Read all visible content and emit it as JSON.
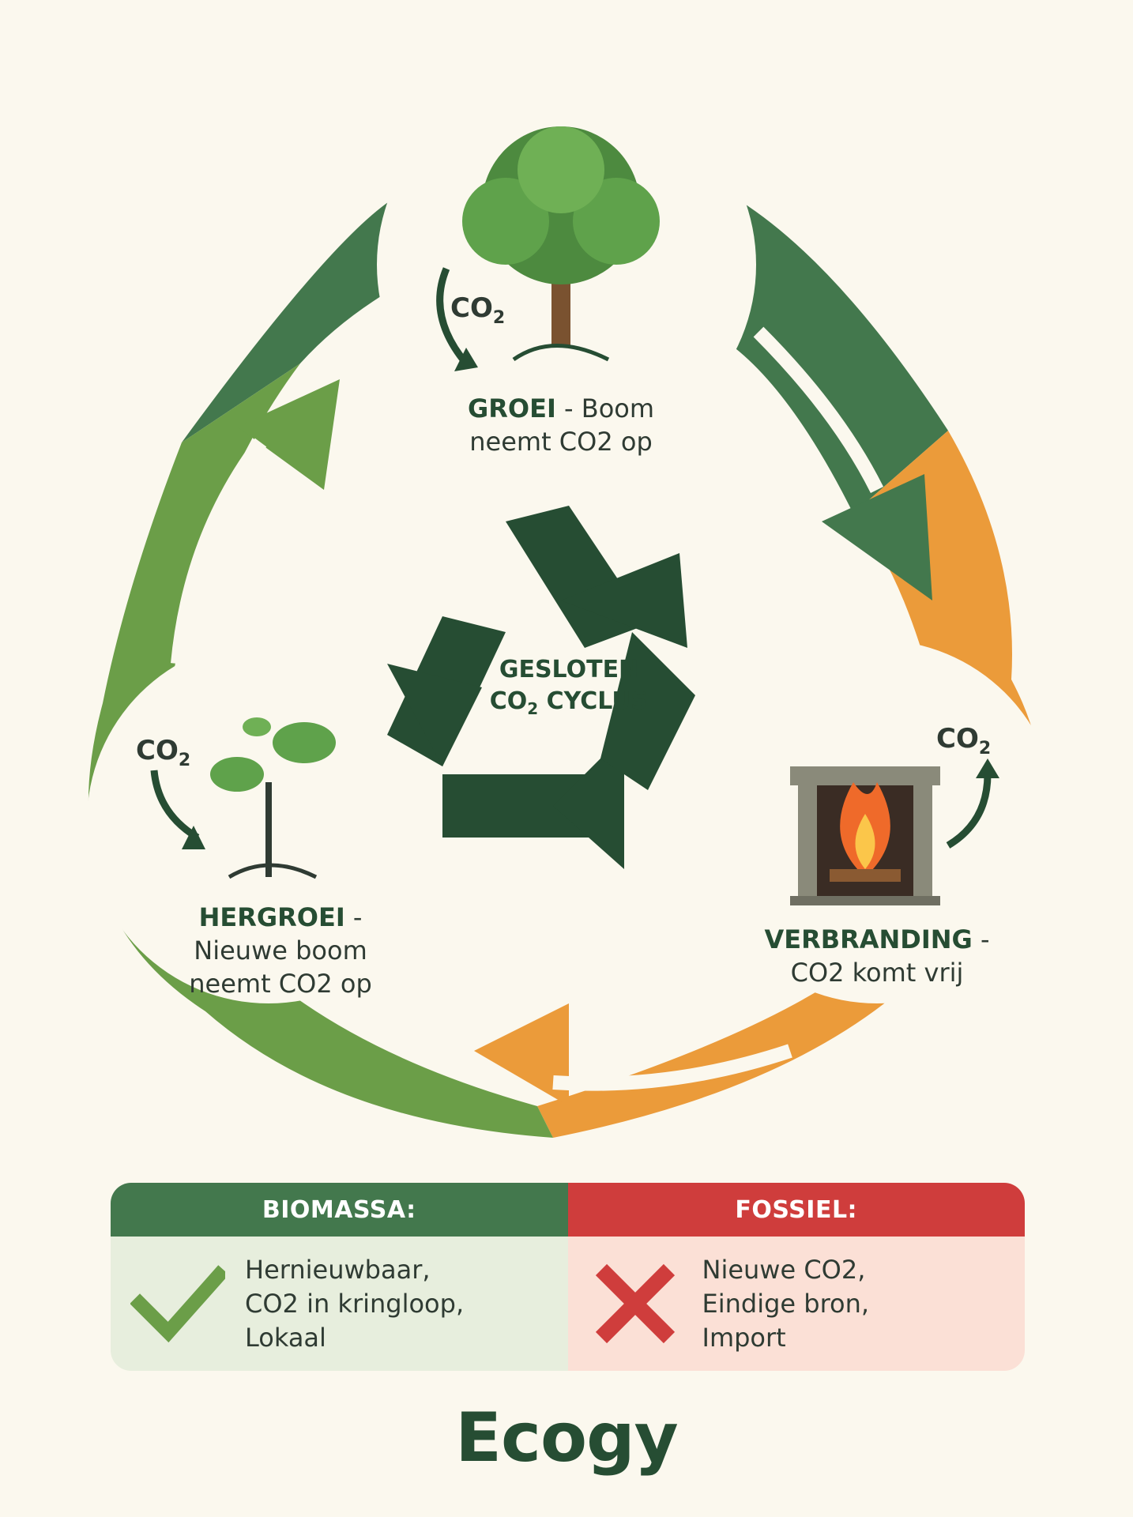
{
  "stages": {
    "growth": {
      "title": "GROEI",
      "line1": "- Boom",
      "line2": "neemt CO2 op"
    },
    "burn": {
      "title": "VERBRANDING",
      "line1": "-",
      "line2": "CO2 komt vrij"
    },
    "regrowth": {
      "title": "HERGROEI",
      "line1": "-",
      "line2": "Nieuwe boom",
      "line3": "neemt CO2 op"
    }
  },
  "co2_label": {
    "main": "CO",
    "sub": "2"
  },
  "center": {
    "line1": "GESLOTEN",
    "line2_prefix": "CO",
    "line2_sub": "2",
    "line2_suffix": " CYCLUS"
  },
  "comparison": {
    "biomassa": {
      "header": "BIOMASSA:",
      "lines": [
        "Hernieuwbaar,",
        "CO2 in kringloop,",
        "Lokaal"
      ],
      "icon": "checkmark-icon"
    },
    "fossiel": {
      "header": "FOSSIEL:",
      "lines": [
        "Nieuwe CO2,",
        "Eindige bron,",
        "Import"
      ],
      "icon": "cross-icon"
    }
  },
  "brand": "Ecogy",
  "colors": {
    "dark_green": "#43784d",
    "light_green": "#6b9e48",
    "orange": "#eb9b3a",
    "red": "#cf3d3c",
    "text_green": "#264d33"
  }
}
